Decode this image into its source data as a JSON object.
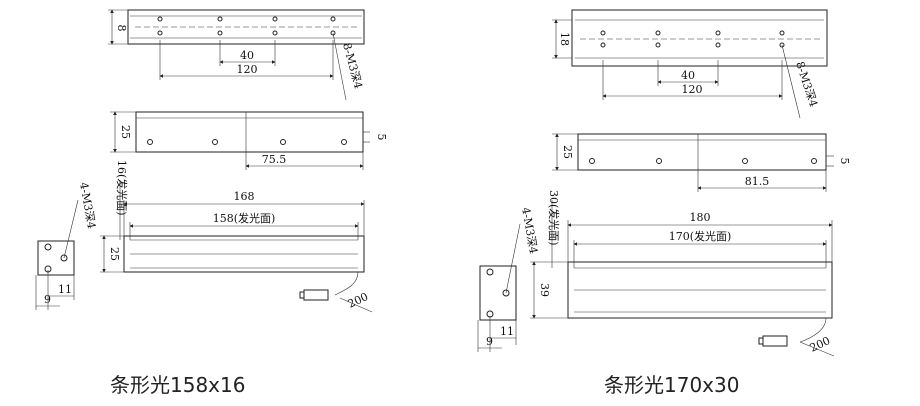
{
  "left": {
    "caption": "条形光158x16",
    "top_view": {
      "height": "8",
      "pitch": "40",
      "span": "120",
      "holes": "8-M3深4"
    },
    "side_view": {
      "height": "25",
      "offset": "75.5",
      "edge": "5"
    },
    "front_view": {
      "height_label": "16(发光面)",
      "length": "168",
      "emit_length": "158(发光面)",
      "height": "25",
      "end_holes": "4-M3深4",
      "end_w1": "11",
      "end_w2": "9",
      "cable": "200"
    }
  },
  "right": {
    "caption": "条形光170x30",
    "top_view": {
      "height": "18",
      "pitch": "40",
      "span": "120",
      "holes": "8-M3深4"
    },
    "side_view": {
      "height": "25",
      "offset": "81.5",
      "edge": "5"
    },
    "front_view": {
      "height_label": "30(发光面)",
      "length": "180",
      "emit_length": "170(发光面)",
      "height": "39",
      "end_holes": "4-M3深4",
      "end_w1": "11",
      "end_w2": "9",
      "cable": "200"
    }
  }
}
